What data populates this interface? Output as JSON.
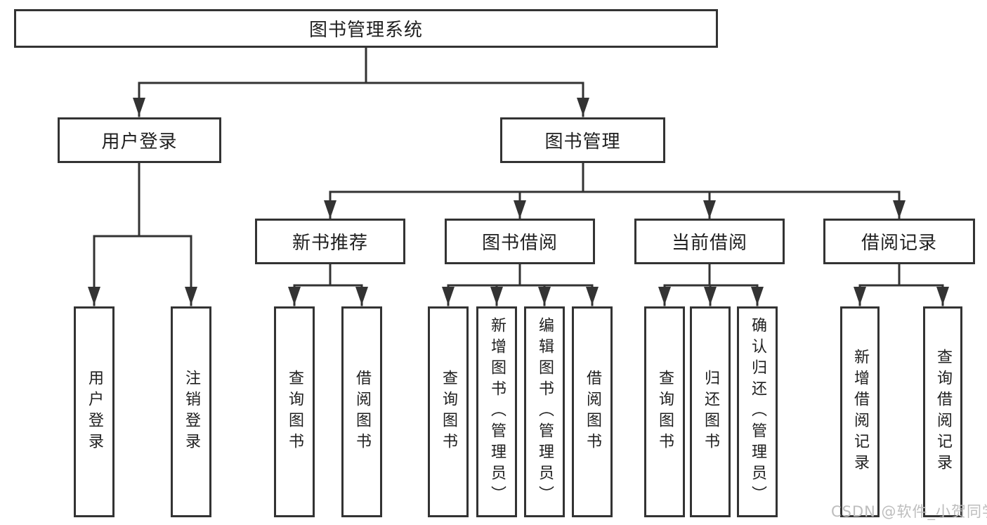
{
  "watermark": "CSDN @软件_小贺同学",
  "colors": {
    "line": "#333333",
    "box_border": "#333333",
    "text": "#1f1f1f",
    "watermark_text": "#bdbdbd",
    "background": "#ffffff"
  },
  "nodes": {
    "root": {
      "label": "图书管理系统"
    },
    "user_login": {
      "label": "用户登录"
    },
    "book_management": {
      "label": "图书管理"
    },
    "new_book_recommend": {
      "label": "新书推荐"
    },
    "book_borrow": {
      "label": "图书借阅"
    },
    "current_borrow": {
      "label": "当前借阅"
    },
    "borrow_record": {
      "label": "借阅记录"
    },
    "user_login_leaf": {
      "label": "用户登录"
    },
    "logout_leaf": {
      "label": "注销登录"
    },
    "nb_query_books": {
      "label": "查询图书"
    },
    "nb_borrow_books": {
      "label": "借阅图书"
    },
    "bb_query_books": {
      "label": "查询图书"
    },
    "bb_add_books": {
      "label": "新增图书（管理员）"
    },
    "bb_edit_books": {
      "label": "编辑图书（管理员）"
    },
    "bb_borrow_books": {
      "label": "借阅图书"
    },
    "cb_query_books": {
      "label": "查询图书"
    },
    "cb_return_books": {
      "label": "归还图书"
    },
    "cb_confirm_return": {
      "label": "确认归还（管理员）"
    },
    "br_add_record": {
      "label": "新增借阅记录"
    },
    "br_query_record": {
      "label": "查询借阅记录"
    }
  },
  "structure": {
    "图书管理系统": [
      "用户登录",
      "图书管理"
    ],
    "用户登录": [
      "用户登录",
      "注销登录"
    ],
    "图书管理": [
      "新书推荐",
      "图书借阅",
      "当前借阅",
      "借阅记录"
    ],
    "新书推荐": [
      "查询图书",
      "借阅图书"
    ],
    "图书借阅": [
      "查询图书",
      "新增图书（管理员）",
      "编辑图书（管理员）",
      "借阅图书"
    ],
    "当前借阅": [
      "查询图书",
      "归还图书",
      "确认归还（管理员）"
    ],
    "借阅记录": [
      "新增借阅记录",
      "查询借阅记录"
    ]
  }
}
